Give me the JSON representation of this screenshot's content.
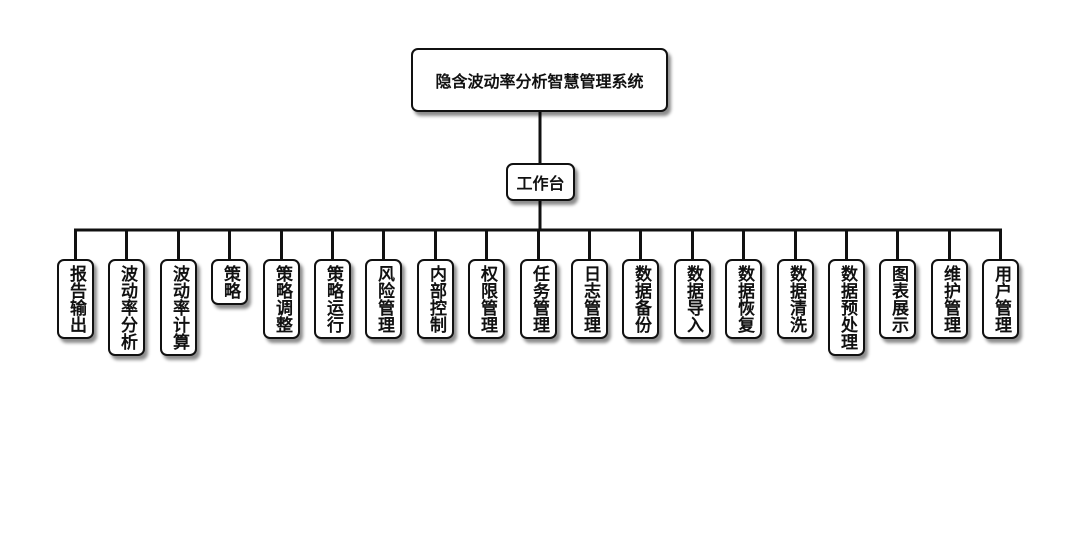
{
  "diagram": {
    "root": "隐含波动率分析智慧管理系统",
    "middle": "工作台",
    "leaves": [
      "报告输出",
      "波动率分析",
      "波动率计算",
      "策略",
      "策略调整",
      "策略运行",
      "风险管理",
      "内部控制",
      "权限管理",
      "任务管理",
      "日志管理",
      "数据备份",
      "数据导入",
      "数据恢复",
      "数据清洗",
      "数据预处理",
      "图表展示",
      "维护管理",
      "用户管理"
    ]
  }
}
